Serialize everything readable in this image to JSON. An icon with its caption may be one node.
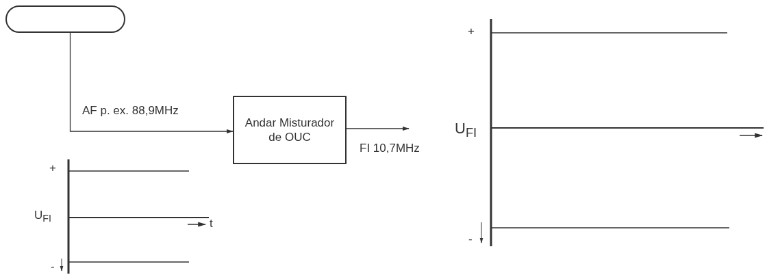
{
  "diagram": {
    "nodes": [
      {
        "text": [],
        "shape": "box"
      },
      {
        "text": [
          "Andar Misturador de OUC"
        ]
      }
    ],
    "edges": [
      {
        "from": 0,
        "to": 1,
        "arrow": "to",
        "label": "AF p. ex. 88,9MHz"
      },
      {
        "from": 1,
        "to": null,
        "arrow": "to",
        "label": "FI 10,7MHz"
      }
    ],
    "labels": [
      "+",
      "U$_{FI}$",
      "t",
      "-",
      "+",
      "U$_{FI}$",
      "-"
    ]
  }
}
